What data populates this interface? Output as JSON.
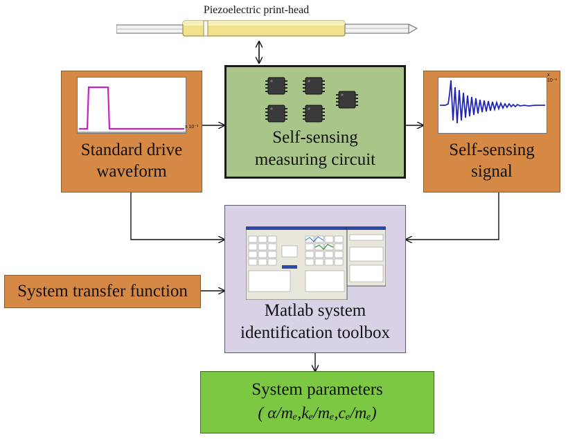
{
  "printhead": {
    "label": "Piezoelectric print-head"
  },
  "drive": {
    "line1": "Standard drive",
    "line2": "waveform",
    "tick": "x 10⁻³"
  },
  "circuit": {
    "line1": "Self-sensing",
    "line2": "measuring circuit"
  },
  "signal": {
    "line1": "Self-sensing",
    "line2": "signal",
    "tick": "x 10⁻³"
  },
  "toolbox": {
    "line1": "Matlab system",
    "line2": "identification toolbox"
  },
  "transfer": {
    "label": "System transfer function"
  },
  "params": {
    "line1": "System parameters",
    "line2": "( α/mₑ,kₑ/mₑ,cₑ/mₑ)"
  },
  "colors": {
    "orange": "#d68944",
    "green_circuit": "#a9c58a",
    "lavender": "#d9d2e6",
    "green_params": "#7dc843",
    "magenta": "#cc1ccc",
    "blue_signal": "#1f24b8"
  },
  "icons": [
    "chip-icon",
    "printhead-icon",
    "toolbox-screenshot-icon"
  ]
}
